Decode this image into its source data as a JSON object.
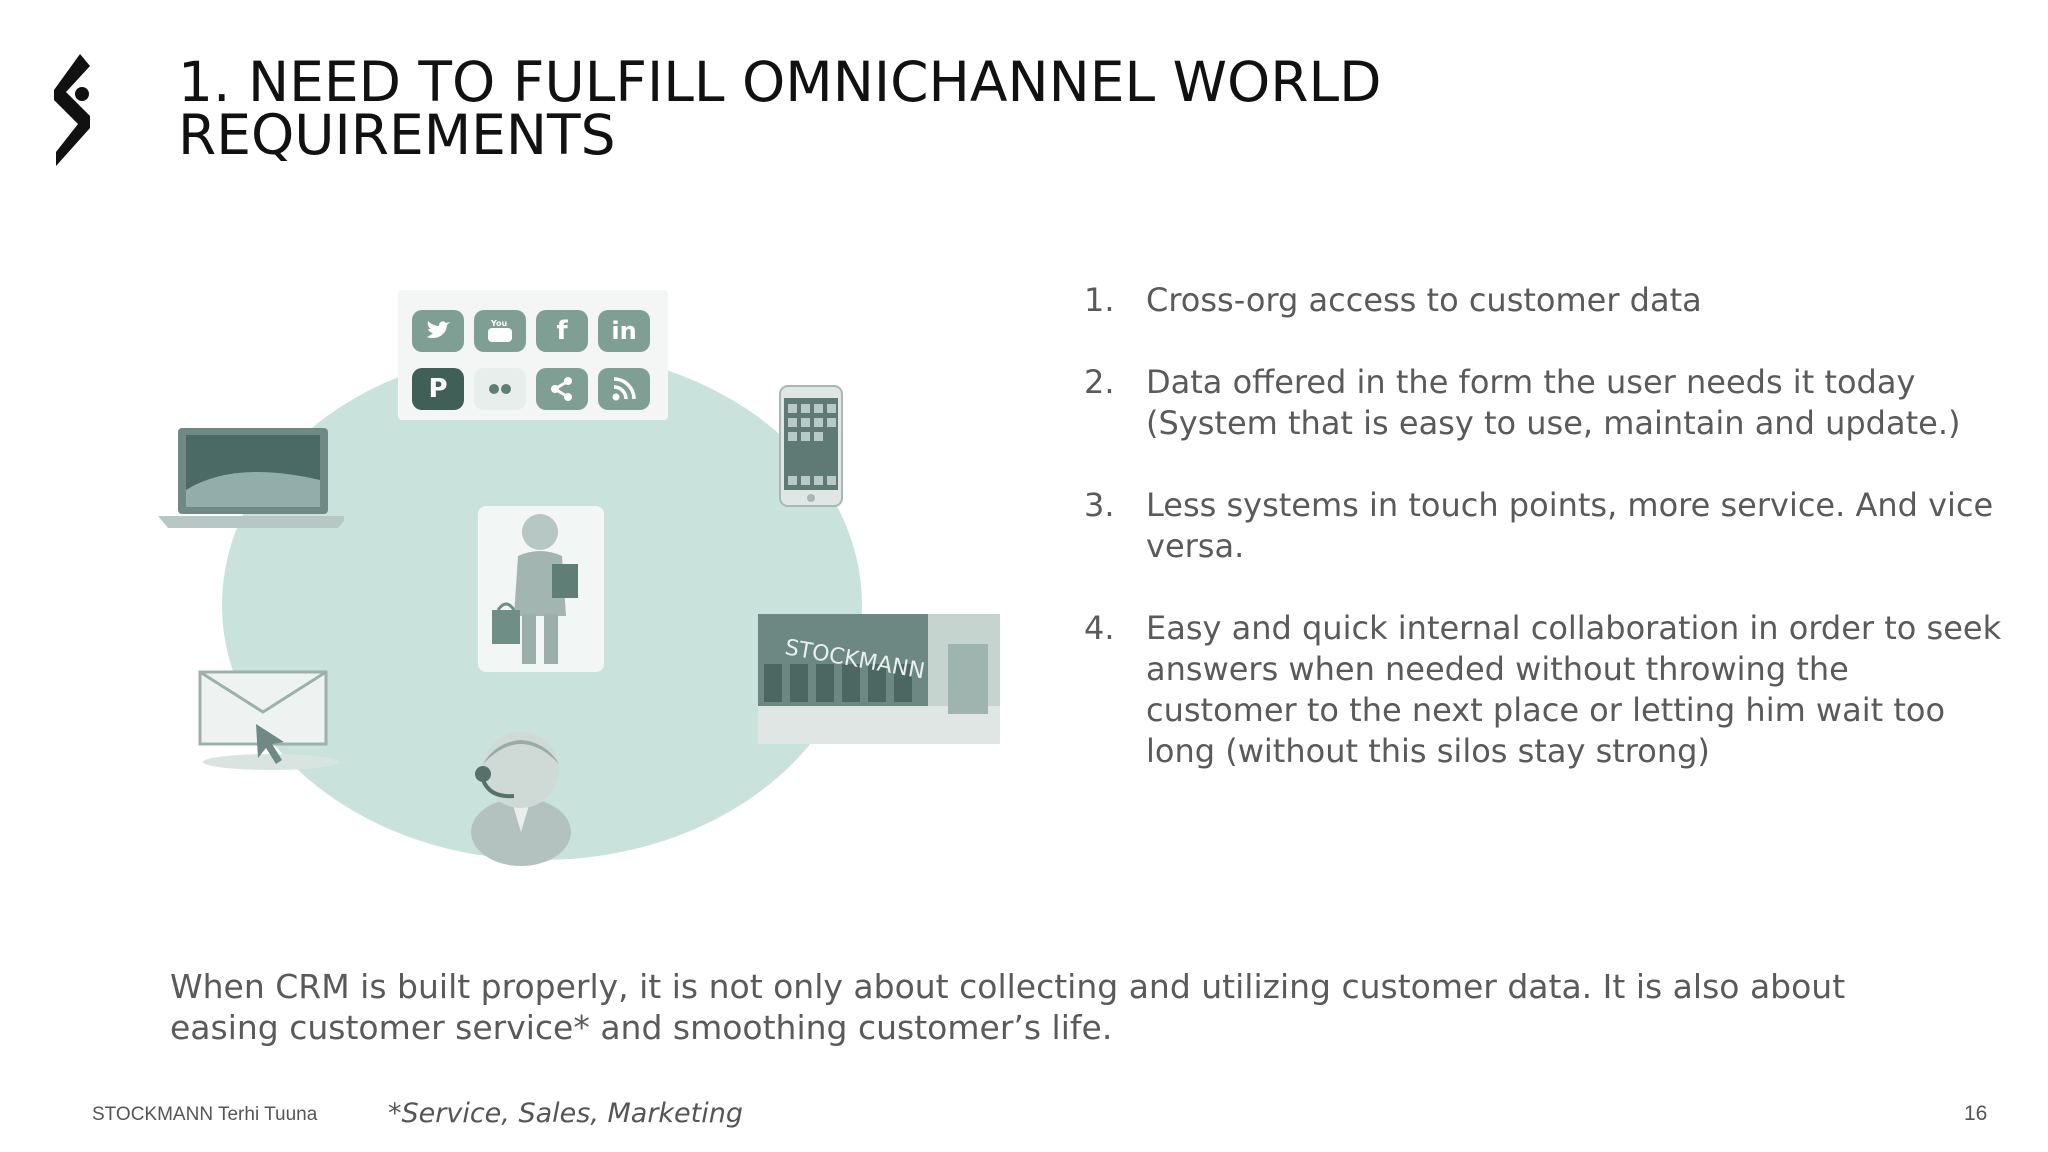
{
  "slide": {
    "title_line1": "1. NEED TO FULFILL OMNICHANNEL  WORLD",
    "title_line2": "REQUIREMENTS"
  },
  "illustration": {
    "social_icons": [
      "twitter-icon",
      "youtube-icon",
      "facebook-icon",
      "linkedin-icon",
      "pinterest-icon",
      "flickr-icon",
      "share-icon",
      "rss-icon"
    ],
    "store_sign": "STOCKMANN",
    "accent_color": "#c9e2dc"
  },
  "list": [
    {
      "num": "1.",
      "text": "Cross-org access to customer data"
    },
    {
      "num": "2.",
      "text": "Data offered in the form the user needs it today (System that is easy to use, maintain and update.)"
    },
    {
      "num": "3.",
      "text": "Less systems in touch points, more service. And vice versa."
    },
    {
      "num": "4.",
      "text": "Easy and quick internal collaboration in order to seek answers when needed without throwing the customer to the next place or letting him wait too long (without this silos stay strong)"
    }
  ],
  "statement": "When CRM is built properly, it is not only about collecting and utilizing customer data. It is also about easing customer service* and smoothing customer’s life.",
  "footer": {
    "author": "STOCKMANN Terhi Tuuna",
    "footnote": "*Service, Sales, Marketing",
    "page": "16"
  }
}
